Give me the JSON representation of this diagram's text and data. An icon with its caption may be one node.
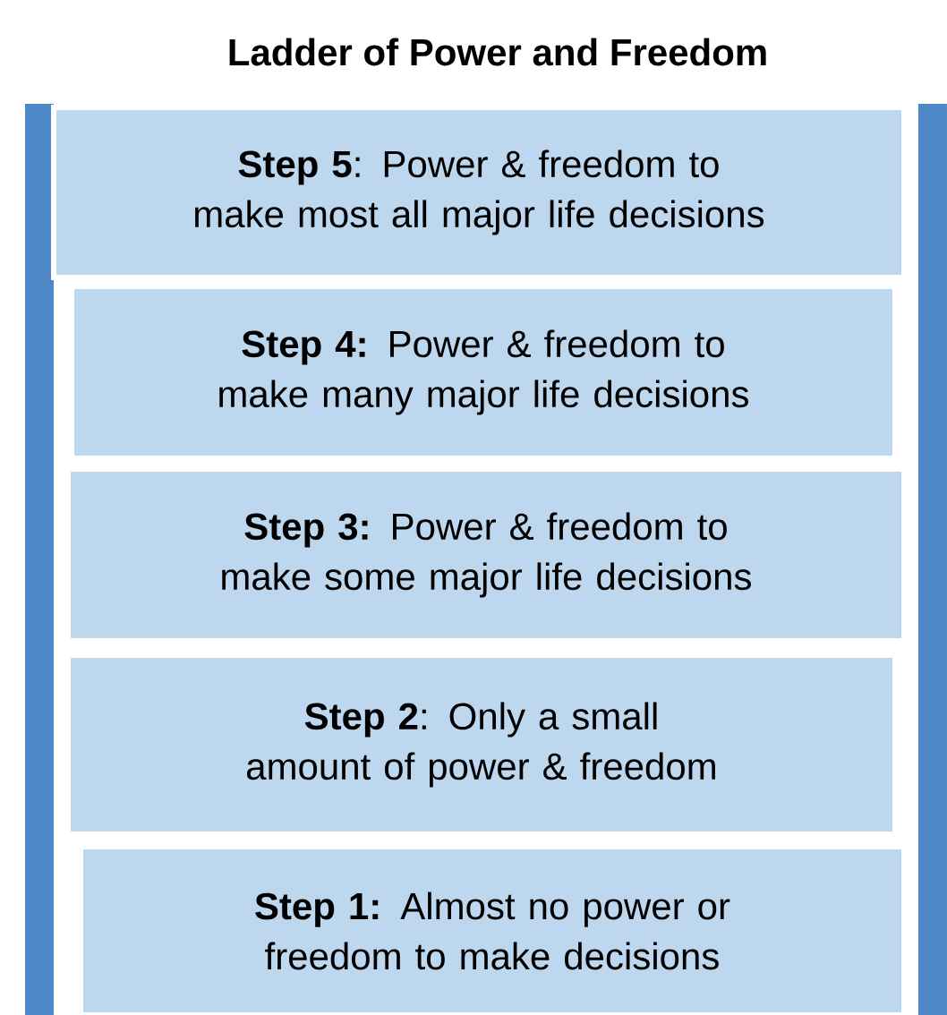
{
  "diagram": {
    "title": "Ladder of Power and Freedom",
    "nodes": [
      {
        "text": [
          "**Step 5**: Power & freedom to make most all major life decisions"
        ]
      },
      {
        "text": [
          "**Step 4:** Power & freedom to make many major life decisions"
        ]
      },
      {
        "text": [
          "**Step 3:** Power & freedom to make some major life decisions"
        ]
      },
      {
        "text": [
          "**Step 2**: Only a small amount of power & freedom"
        ]
      },
      {
        "text": [
          "**Step 1:** Almost no power or freedom to make decisions"
        ]
      }
    ]
  }
}
